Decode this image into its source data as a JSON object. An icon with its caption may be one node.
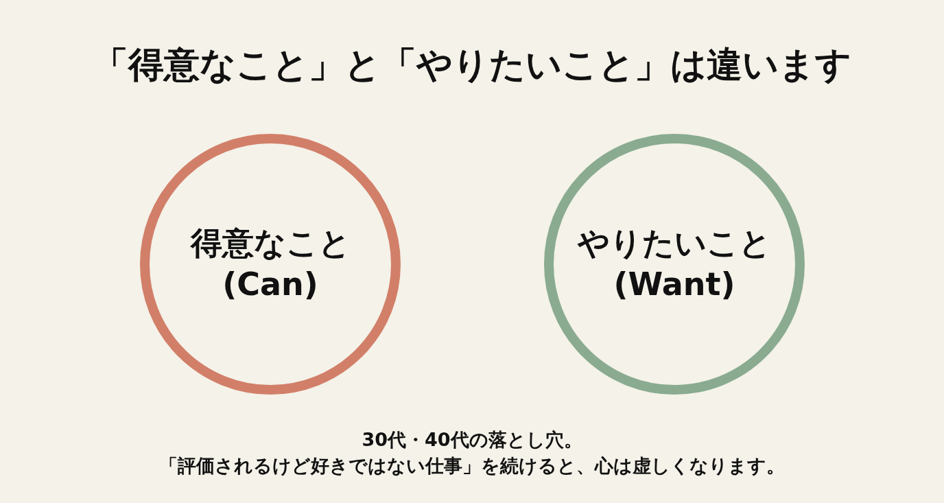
{
  "diagram": {
    "title": "「得意なこと」と「やりたいこと」は違います",
    "nodes": [
      {
        "text": [
          "得意なこと",
          "(Can)"
        ]
      },
      {
        "text": [
          "やりたいこと",
          "(Want)"
        ]
      }
    ],
    "labels": [
      "30代・40代の落とし穴。",
      "「評価されるけど好きではない仕事」を続けると、心は虚しくなります。"
    ]
  }
}
